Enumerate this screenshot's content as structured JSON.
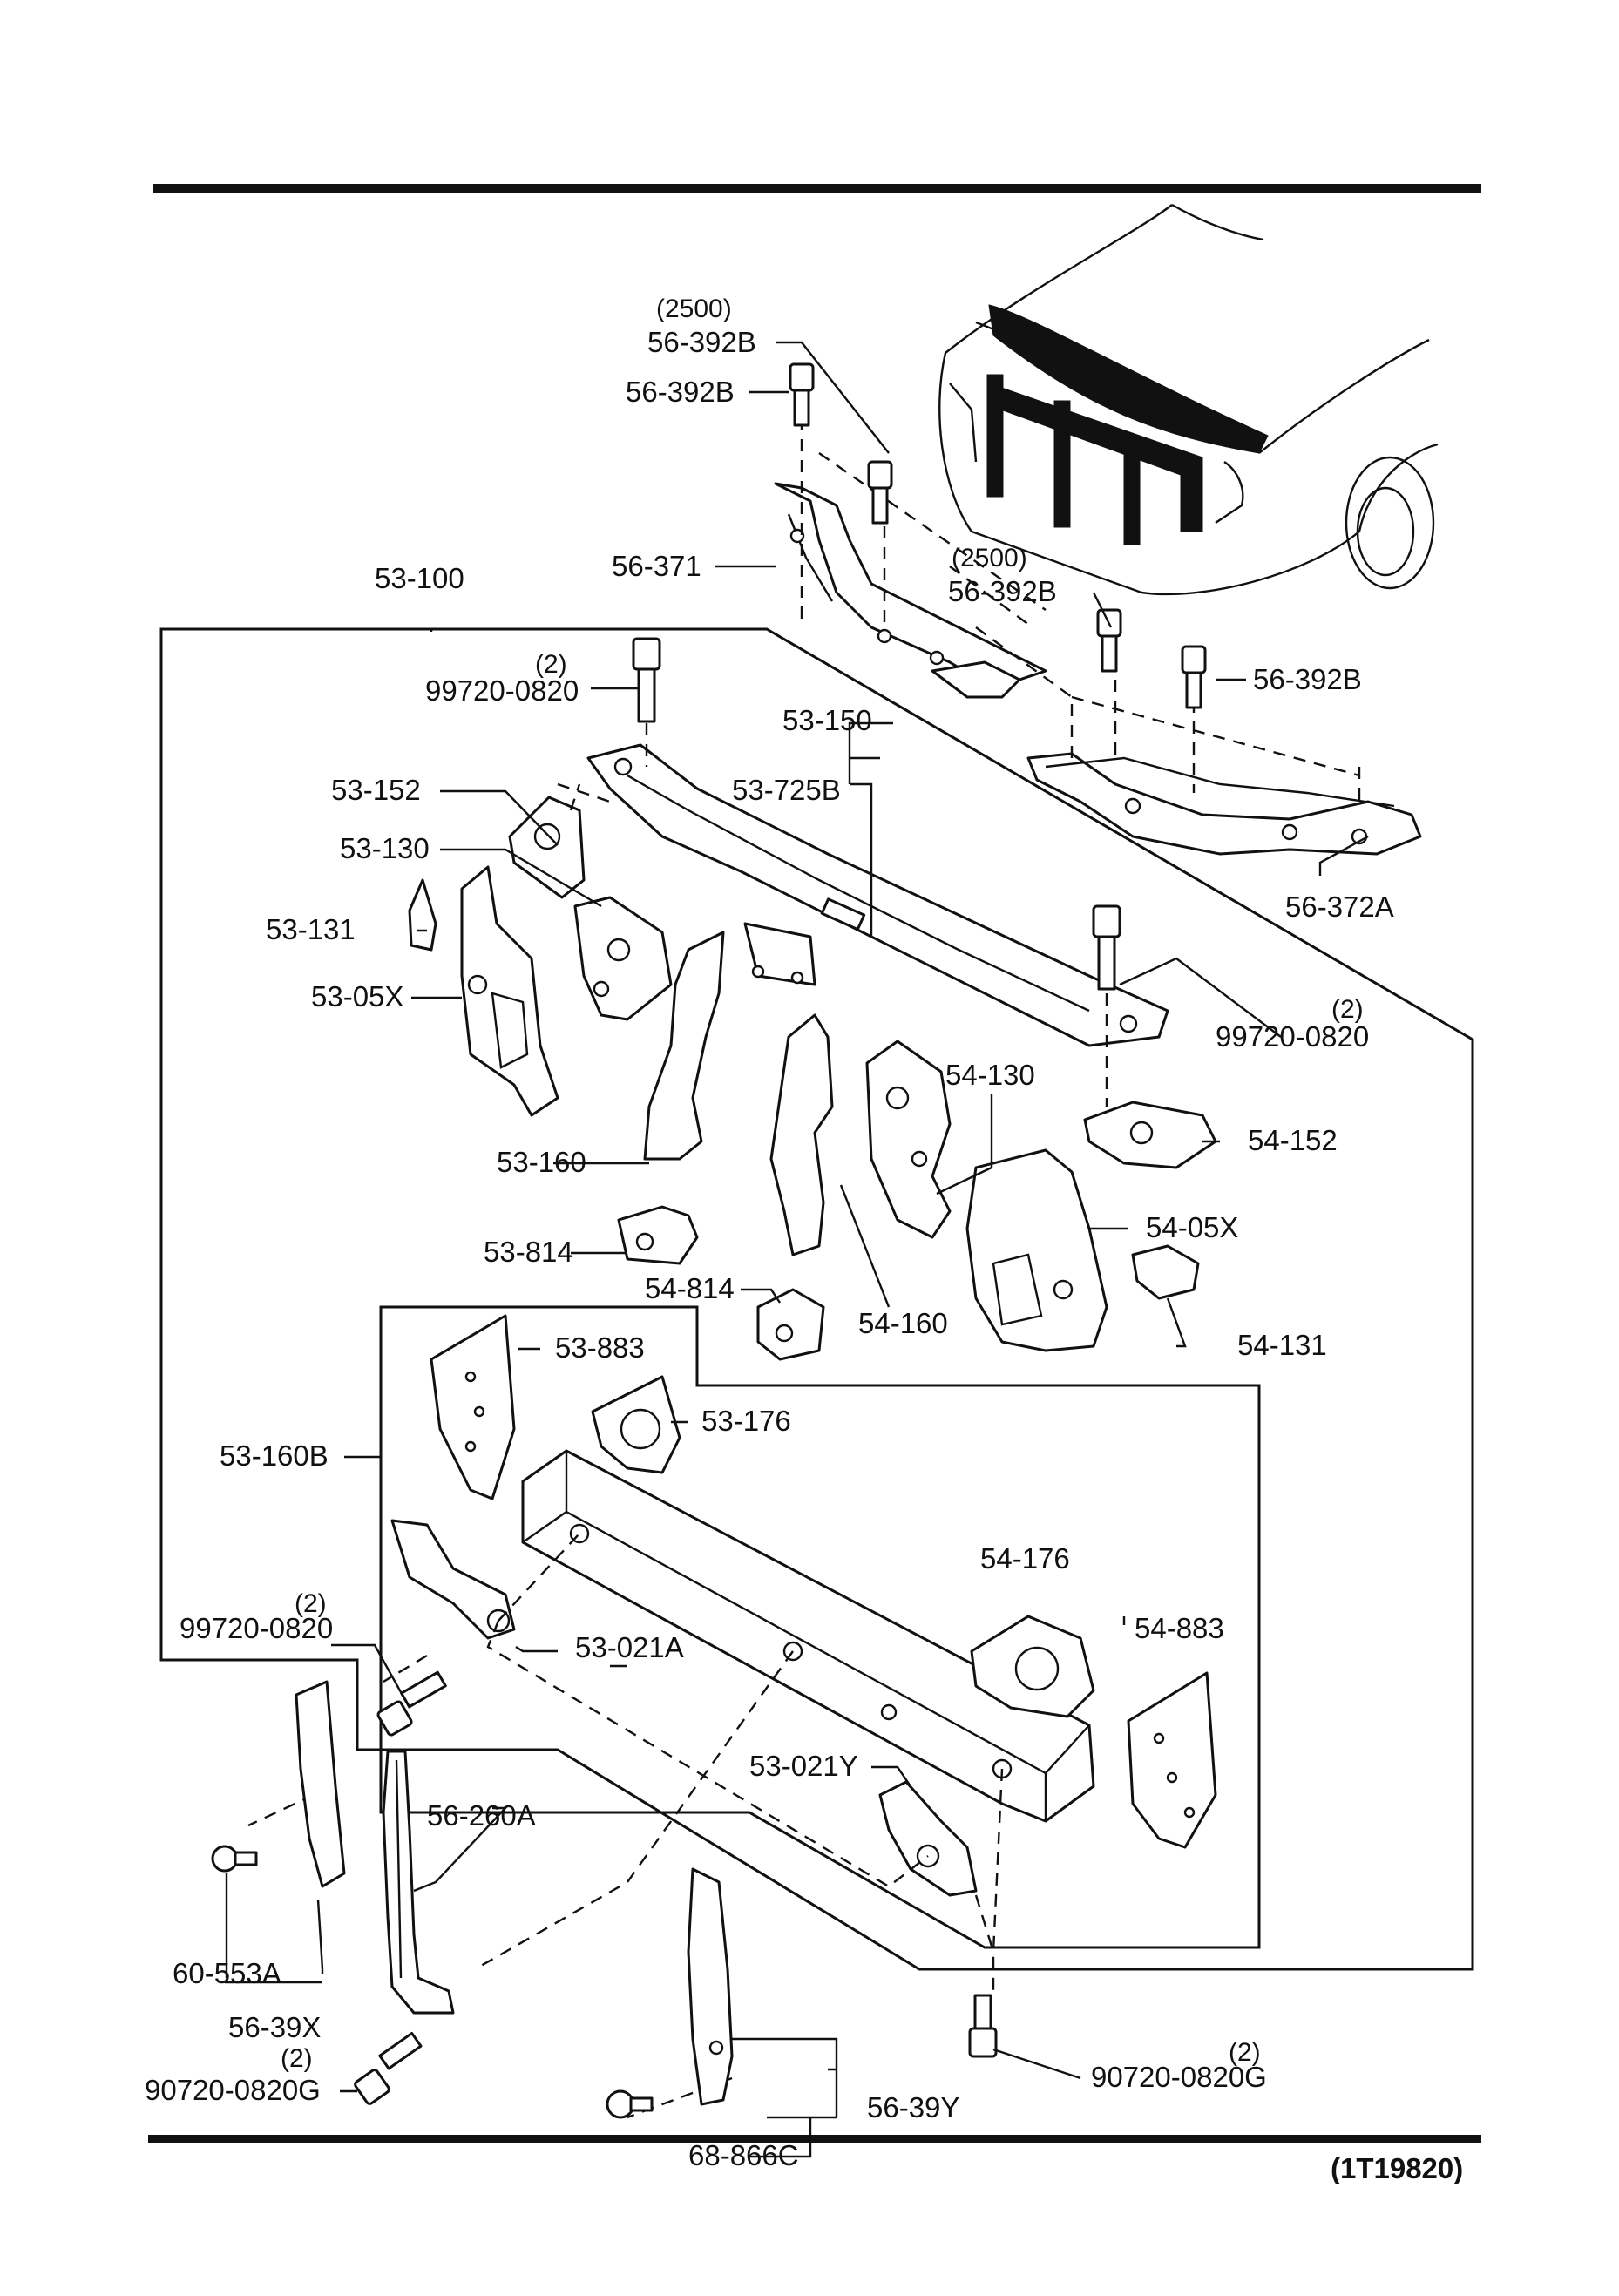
{
  "diagram": {
    "reference_code": "(1T19820)",
    "labels": {
      "qty_2500_top": "(2500)",
      "bolt_56_392B_a": "56-392B",
      "bolt_56_392B_b": "56-392B",
      "shroud_56_371": "56-371",
      "qty_2500_mid": "(2500)",
      "bolt_56_392B_c": "56-392B",
      "bolt_56_392B_d": "56-392B",
      "assy_53_100": "53-100",
      "qty_2_bolt_top": "(2)",
      "bolt_99720_0820_top": "99720-0820",
      "member_53_150": "53-150",
      "bracket_53_725B": "53-725B",
      "bracket_53_152": "53-152",
      "bracket_53_130": "53-130",
      "bracket_53_131": "53-131",
      "panel_53_05X": "53-05X",
      "cover_56_372A": "56-372A",
      "qty_2_bolt_right": "(2)",
      "bolt_99720_0820_right": "99720-0820",
      "bracket_54_130": "54-130",
      "bracket_54_152": "54-152",
      "stay_53_160": "53-160",
      "bracket_53_814": "53-814",
      "panel_54_05X": "54-05X",
      "bracket_54_814": "54-814",
      "stay_54_160": "54-160",
      "bracket_54_131": "54-131",
      "plate_53_883": "53-883",
      "cover_53_176": "53-176",
      "member_53_160B": "53-160B",
      "cover_54_176": "54-176",
      "plate_54_883": "54-883",
      "qty_2_bolt_left": "(2)",
      "bolt_99720_0820_left": "99720-0820",
      "bracket_53_021A": "53-021A",
      "bracket_53_021Y": "53-021Y",
      "brace_56_260A": "56-260A",
      "clip_60_553A": "60-553A",
      "seal_56_39X": "56-39X",
      "qty_2_bolt_bl": "(2)",
      "bolt_90720_0820G_left": "90720-0820G",
      "seal_56_39Y": "56-39Y",
      "clip_68_866C": "68-866C",
      "qty_2_bolt_br": "(2)",
      "bolt_90720_0820G_right": "90720-0820G"
    }
  }
}
